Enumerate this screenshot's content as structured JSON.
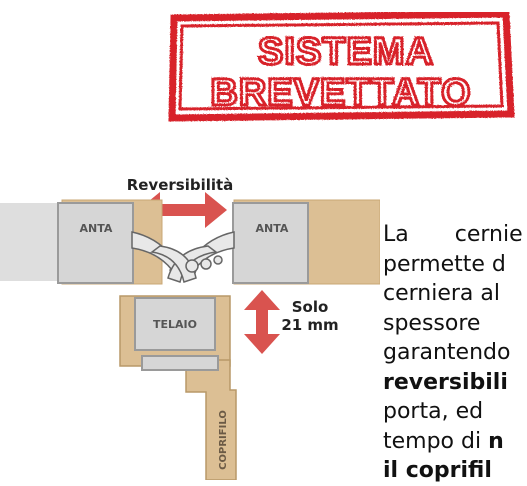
{
  "stamp": {
    "line1": "SISTEMA",
    "line2": "BREVETTATO",
    "color": "#d8222b"
  },
  "diagram": {
    "reversibility_label": "Reversibilità",
    "anta_left_label": "ANTA",
    "anta_right_label": "ANTA",
    "telaio_label": "TELAIO",
    "coprifilo_label": "COPRIFILO",
    "solo_label": "Solo",
    "mm_label": "21 mm",
    "colors": {
      "wood": "#dcbf94",
      "wood_dark": "#c9a774",
      "panel": "#d9d9d9",
      "wall": "#ececec",
      "arrow": "#d9534f"
    }
  },
  "paragraph": {
    "line1_a": "La",
    "line1_b": "cernie",
    "line2": "permette d",
    "line3": "cerniera al",
    "line4": "spessore",
    "line5": "garantendo",
    "line6": "reversibili",
    "line7": "porta, ed",
    "line8_a": "tempo di ",
    "line8_b": "n",
    "line9": "il coprifil"
  }
}
